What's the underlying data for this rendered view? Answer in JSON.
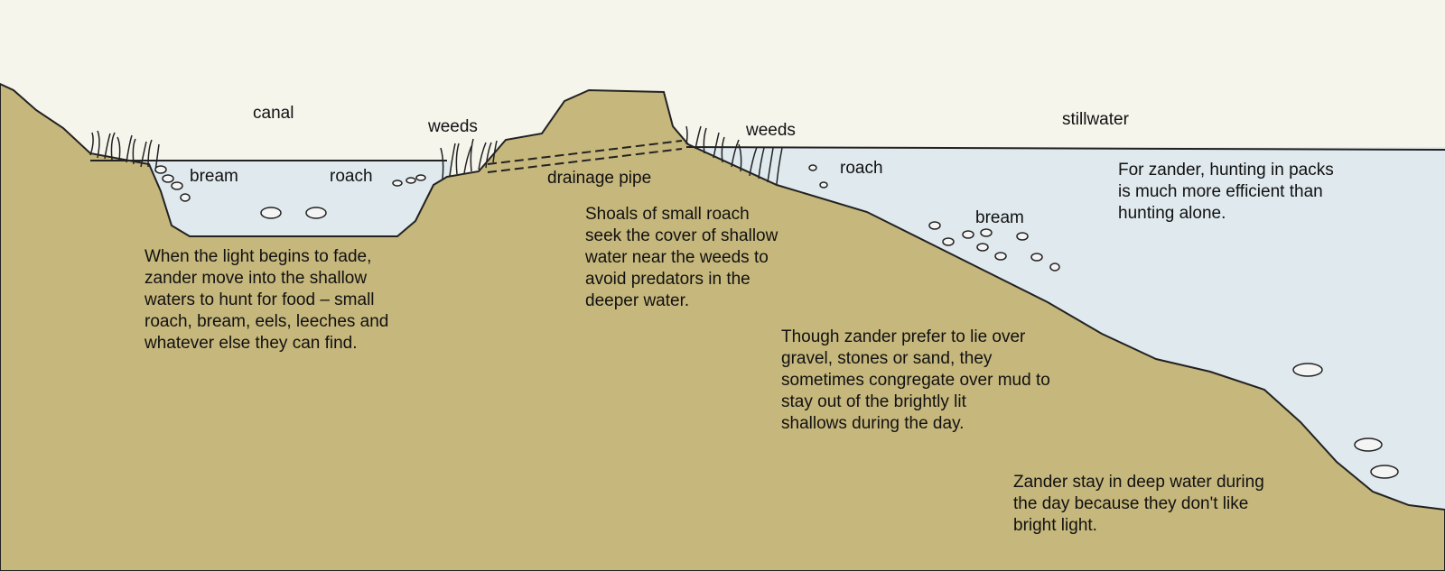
{
  "labels": {
    "canal": "canal",
    "weeds_left": "weeds",
    "weeds_right": "weeds",
    "stillwater": "stillwater",
    "bream_canal": "bream",
    "roach_canal": "roach",
    "drainage_pipe": "drainage pipe",
    "roach_still": "roach",
    "bream_still": "bream"
  },
  "notes": {
    "canal_note": "When the light begins to fade,\nzander move into the shallow\nwaters to hunt for food – small\nroach, bream, eels, leeches and\nwhatever else they can find.",
    "shoals_note": "Shoals of small roach\nseek the cover of shallow\nwater near the weeds to\navoid predators in the\ndeeper water.",
    "packs_note": "For zander, hunting in packs\nis much more efficient than\nhunting alone.",
    "mud_note": "Though zander prefer to lie over\ngravel, stones or sand, they\nsometimes congregate over mud to\nstay out of the brightly lit\nshallows during the day.",
    "deep_note": "Zander stay in deep water during\nthe day because they don't like\nbright light."
  },
  "colors": {
    "sky": "#f6f5ec",
    "ground": "#c6b77c",
    "water": "#dfe9ee",
    "ink": "#111111"
  }
}
